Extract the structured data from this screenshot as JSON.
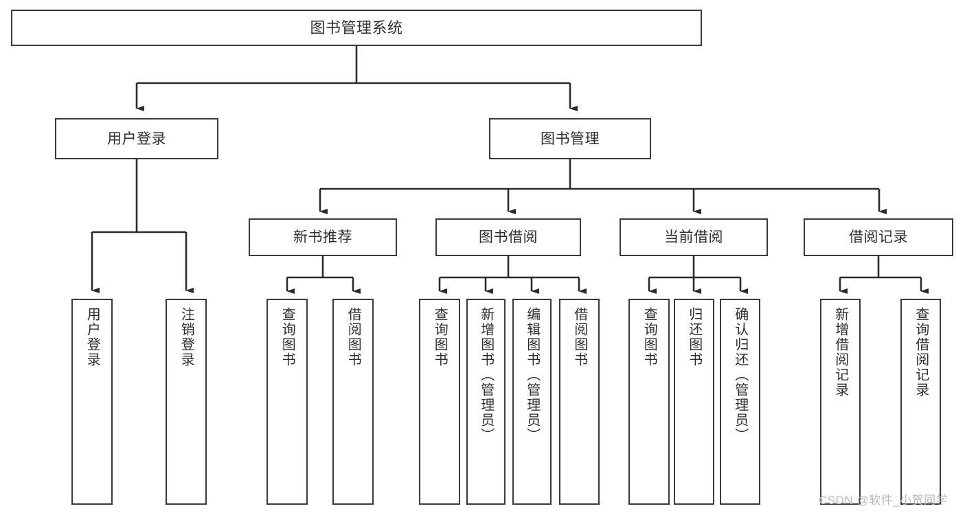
{
  "diagram": {
    "title": "图书管理系统",
    "type": "tree",
    "watermark": "CSDN @软件_小贺同学",
    "colors": {
      "box_border": "#3a3a3a",
      "box_fill": "#ffffff",
      "text": "#2e2e2e",
      "connector": "#2b2b2b",
      "watermark": "#b9b9b9",
      "background": "#ffffff"
    },
    "nodes": {
      "root": {
        "label": "图书管理系统"
      },
      "level2": [
        {
          "id": "user-login",
          "label": "用户登录"
        },
        {
          "id": "book-manage",
          "label": "图书管理"
        }
      ],
      "level3": [
        {
          "id": "new-book-recommend",
          "label": "新书推荐"
        },
        {
          "id": "book-borrow",
          "label": "图书借阅"
        },
        {
          "id": "current-borrow",
          "label": "当前借阅"
        },
        {
          "id": "borrow-record",
          "label": "借阅记录"
        }
      ],
      "leaves": {
        "user-login": [
          {
            "id": "leaf-user-login",
            "label": "用户登录"
          },
          {
            "id": "leaf-logout-login",
            "label": "注销登录"
          }
        ],
        "new-book-recommend": [
          {
            "id": "leaf-query-book-1",
            "label": "查询图书"
          },
          {
            "id": "leaf-borrow-book-1",
            "label": "借阅图书"
          }
        ],
        "book-borrow": [
          {
            "id": "leaf-query-book-2",
            "label": "查询图书"
          },
          {
            "id": "leaf-add-book-admin",
            "label": "新增图书（管理员）"
          },
          {
            "id": "leaf-edit-book-admin",
            "label": "编辑图书（管理员）"
          },
          {
            "id": "leaf-borrow-book-2",
            "label": "借阅图书"
          }
        ],
        "current-borrow": [
          {
            "id": "leaf-query-book-3",
            "label": "查询图书"
          },
          {
            "id": "leaf-return-book",
            "label": "归还图书"
          },
          {
            "id": "leaf-confirm-return-admin",
            "label": "确认归还（管理员）"
          }
        ],
        "borrow-record": [
          {
            "id": "leaf-add-borrow-record",
            "label": "新增借阅记录"
          },
          {
            "id": "leaf-query-borrow-record",
            "label": "查询借阅记录"
          }
        ]
      }
    }
  }
}
